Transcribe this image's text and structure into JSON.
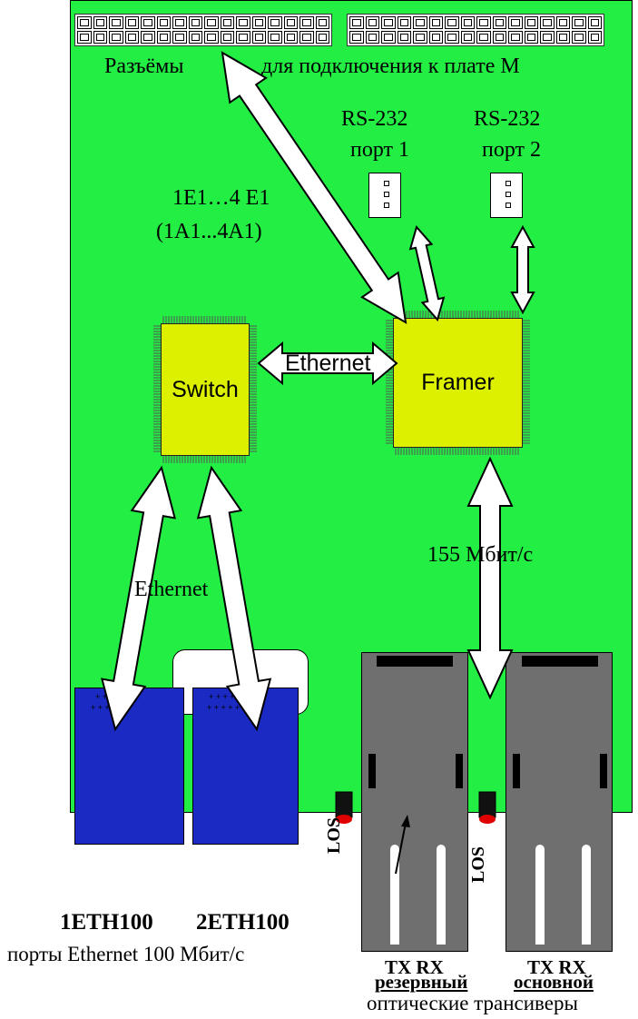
{
  "connectors_label_left": "Разъёмы",
  "connectors_label_right": "для подключения к плате М",
  "rs232_port1": [
    "RS-232",
    "порт 1"
  ],
  "rs232_port2": [
    "RS-232",
    "порт 2"
  ],
  "e1_label": [
    "1E1…4 E1",
    "(1A1...4A1)"
  ],
  "switch_label": "Switch",
  "framer_label": "Framer",
  "ethernet_link_label": "Ethernet",
  "ethernet_ports_link_label": "Ethernet",
  "optical_rate_label": "155 Мбит/с",
  "eth_port1_name": "1ETH100",
  "eth_port2_name": "2ETH100",
  "eth_ports_caption": "порты Ethernet 100 Мбит/с",
  "los_label_1": "LOS",
  "los_label_2": "LOS",
  "txrx_reserve": "TX RX",
  "txrx_main": "TX RX",
  "reserve_label": "резервный",
  "main_label": "основной",
  "transceivers_caption": "оптические трансиверы",
  "colors": {
    "board": "#22ee44",
    "chip": "#ddf000",
    "ethernet_port": "#1a2ac2",
    "transceiver": "#6f6f6f",
    "led": "#e00000"
  }
}
